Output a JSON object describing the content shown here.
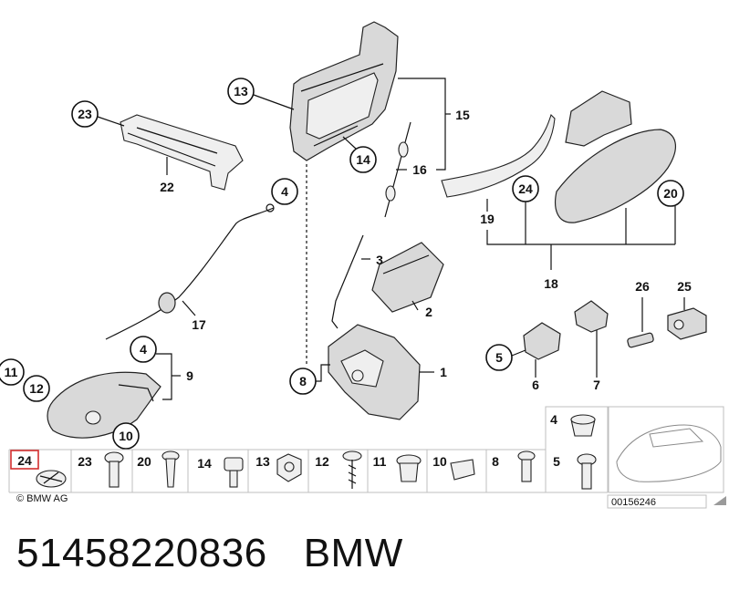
{
  "diagram": {
    "callouts": {
      "c23": "23",
      "c22": "22",
      "c13": "13",
      "c15": "15",
      "c14": "14",
      "c16": "16",
      "c4a": "4",
      "c17": "17",
      "c3": "3",
      "c2": "2",
      "c1": "1",
      "c8": "8",
      "c4b": "4",
      "c9": "9",
      "c11": "11",
      "c12": "12",
      "c10": "10",
      "c24": "24",
      "c20": "20",
      "c19": "19",
      "c18": "18",
      "c26": "26",
      "c25": "25",
      "c5": "5",
      "c6": "6",
      "c7": "7"
    },
    "strip": {
      "s24": "24",
      "s23": "23",
      "s20": "20",
      "s14": "14",
      "s13": "13",
      "s12": "12",
      "s11": "11",
      "s10": "10",
      "s8": "8",
      "s4": "4",
      "s5": "5"
    },
    "figure_id": "00156246",
    "copyright": "© BMW AG"
  },
  "footer": {
    "part_number": "51458220836",
    "brand": "BMW"
  }
}
